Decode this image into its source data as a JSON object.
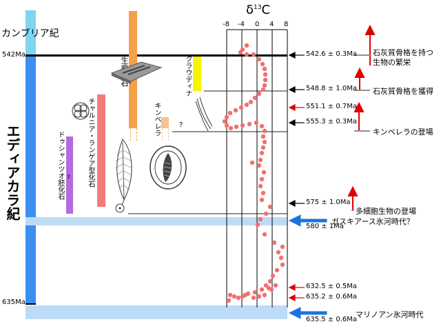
{
  "eras": {
    "cambrian": "カンブリア紀",
    "ediacaran": "エディアカラ紀"
  },
  "age_labels": {
    "top": "542Ma",
    "bottom": "635Ma"
  },
  "axis": {
    "title_delta": "δ",
    "title_sup": "13",
    "title_c": "C",
    "ticks": [
      "-8",
      "-4",
      "0",
      "4",
      "8"
    ]
  },
  "fossils": {
    "trace": "生痕化石",
    "doushantuo": "ドゥシャンツオ胚化石",
    "doushantuo_mark": "?",
    "charnia": "チャルニア・ランゲア型化石",
    "kimberella": "キンベレラ",
    "kimberella_mark": "?",
    "cloudina": "クラウディナ"
  },
  "dates": [
    {
      "text": "542.6 ± 0.3Ma",
      "arrow": "black"
    },
    {
      "text": "548.8 ± 1.0Ma",
      "arrow": "black"
    },
    {
      "text": "551.1 ± 0.7Ma",
      "arrow": "red"
    },
    {
      "text": "555.3 ± 0.3Ma",
      "arrow": "black"
    },
    {
      "text": "575 ± 1.0Ma",
      "arrow": "black"
    },
    {
      "text": "580 ± 1Ma",
      "arrow": "blue"
    },
    {
      "text": "632.5 ± 0.5Ma",
      "arrow": "red"
    },
    {
      "text": "635.2 ± 0.6Ma",
      "arrow": "red"
    },
    {
      "text": "635.5 ± 0.6Ma",
      "arrow": "blue"
    }
  ],
  "events": {
    "calcified_prosper": "石灰質骨格を持つ",
    "calcified_prosper_2": "生物の繁栄",
    "calcified_acquire": "石灰質骨格を獲得",
    "kimberella_appear": "キンベレラの登場",
    "multicell_appear": "多細胞生物の登場",
    "gaskiers": "ガスキアース氷河時代？",
    "marinoan": "マリノアン氷河時代"
  },
  "colors": {
    "ediacaran_bar": "#3a8ff0",
    "cambrian_bar": "#7fd4f0",
    "trace_bar": "#f5a04a",
    "doushantuo_bar": "#b56ae0",
    "charnia_bar": "#f47b7b",
    "kimberella_bar": "#f6c394",
    "cloudina_bar": "#f5f500",
    "glacial_band": "#bcdcf6",
    "isotope_points": "#f07070",
    "red_arrow": "#e00000",
    "blue_arrow": "#1a74e0"
  }
}
